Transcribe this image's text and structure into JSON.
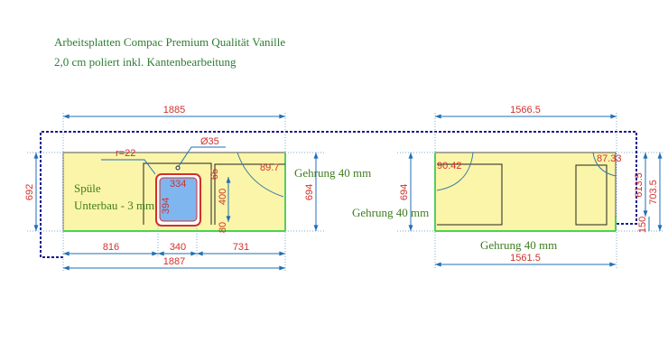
{
  "header": {
    "line1": "Arbeitsplatten Compac Premium Qualität Vanille",
    "line2": "2,0 cm poliert inkl. Kantenbearbeitung"
  },
  "left_slab": {
    "dim_top": "1885",
    "dim_bottom_total": "1887",
    "dim_left": "692",
    "dim_right": "694",
    "dim_segments": [
      "816",
      "340",
      "731"
    ],
    "radius": "r=22",
    "tap_hole": "Ø35",
    "angle": "89.7",
    "sink_width": "334",
    "sink_depth": "394",
    "offset_top": "65",
    "cabinet_depth": "400",
    "offset_bottom": "80",
    "sink_label": "Spüle",
    "sink_mount": "Unterbau - 3 mm",
    "miter_label": "Gehrung 40 mm"
  },
  "right_slab": {
    "dim_top": "1566.5",
    "dim_bottom": "1561.5",
    "dim_left": "694",
    "dim_right_1": "613.5",
    "dim_right_2": "703.5",
    "dim_right_3": "150",
    "angle_left": "90.42",
    "angle_right": "87.33",
    "miter_left": "Gehrung 40 mm",
    "miter_bottom": "Gehrung 40 mm"
  },
  "colors": {
    "slab": "#fbf5a9",
    "sink": "#7fb6f0",
    "edge": "#4cd44c"
  }
}
